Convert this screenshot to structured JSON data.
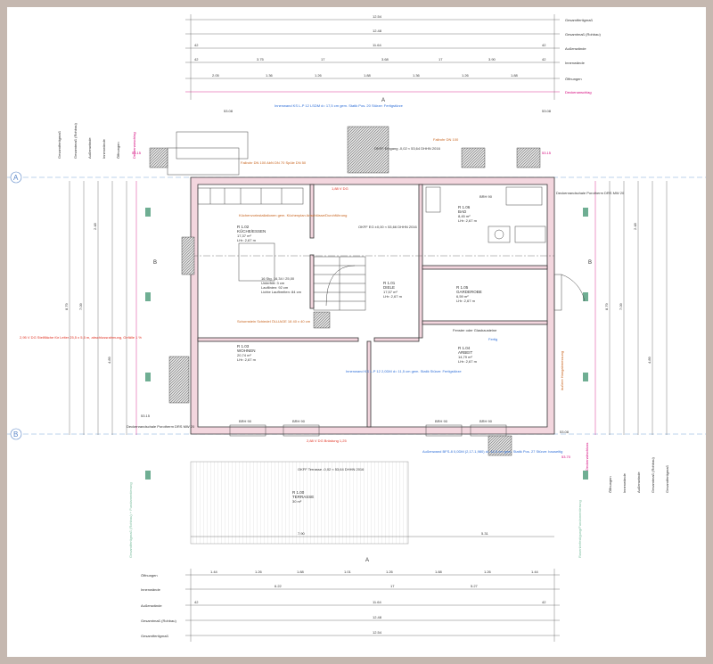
{
  "dim_rows_top": [
    {
      "label": "Gesamtfertigmaß",
      "values": [
        "12.54"
      ]
    },
    {
      "label": "Gesamtmaß (Rohbau)",
      "values": [
        "12.48"
      ]
    },
    {
      "label": "Außenwände",
      "values": [
        "42",
        "11.64",
        "42"
      ]
    },
    {
      "label": "Innenwände",
      "values": [
        "42",
        "3.75",
        "17",
        "3.68",
        "17",
        "3.90",
        "42"
      ]
    },
    {
      "label": "Öffnungen",
      "values": [
        "2.05",
        "1.36",
        "1.26",
        "1.88",
        "1.36",
        "1.26",
        "1.88"
      ]
    }
  ],
  "dim_rows_bottom": [
    {
      "label": "Öffnungen",
      "values": [
        "1.44",
        "1.26",
        "1.88",
        "1.01",
        "1.26",
        "1.88",
        "1.26",
        "1.44"
      ]
    },
    {
      "label": "Innenwände",
      "values": [
        "6.22",
        "17",
        "5.27"
      ]
    },
    {
      "label": "Außenwände",
      "values": [
        "42",
        "11.64",
        "42"
      ]
    },
    {
      "label": "Gesamtmaß (Rohbau)",
      "values": [
        "12.48"
      ]
    },
    {
      "label": "Gesamtfertigmaß",
      "values": [
        "12.54"
      ]
    }
  ],
  "axes": {
    "a": "A",
    "b": "B"
  },
  "section_marks": {
    "top": "A",
    "bottom": "A",
    "left": "B",
    "right": "B"
  },
  "side_labels_left": [
    "Gesamtfertigmaß",
    "Gesamtmaß (Rohbau)",
    "Außenwände",
    "Innenwände",
    "Öffnungen"
  ],
  "side_labels_right": [
    "Öffnungen",
    "Innenwände",
    "Außenwände",
    "Gesamtmaß (Rohbau)",
    "Gesamtfertigmaß"
  ],
  "side_dims_left": [
    "8.79",
    "7.09",
    "2.48",
    "4.89"
  ],
  "side_dims_right": [
    "8.79",
    "7.09",
    "2.48",
    "4.89"
  ],
  "deckenanschlag": "Deckenanschlag",
  "rooms": [
    {
      "name": "R 1.02",
      "title": "KÜCHE/ESSEN",
      "area": "17,37 m²",
      "height": "LHr: 2,67 m"
    },
    {
      "name": "R 1.03",
      "title": "WOHNEN",
      "area": "20,74 m²",
      "height": "LHr: 2,67 m"
    },
    {
      "name": "R 1.04",
      "title": "ARBEIT",
      "area": "14,79 m²",
      "height": "LHr: 2,67 m"
    },
    {
      "name": "R 1.05",
      "title": "GARDEROBE",
      "area": "6,59 m²",
      "height": "LHr: 2,67 m"
    },
    {
      "name": "R 1.06",
      "title": "BAD",
      "area": "8,45 m²",
      "height": "LHr: 2,67 m"
    },
    {
      "name": "R 1.01",
      "title": "DIELE",
      "area": "17,57 m²",
      "height": "LHr: 2,67 m"
    },
    {
      "name": "R 1.00",
      "title": "TERRASSE",
      "area": "30 m²",
      "height": ""
    }
  ],
  "stair": {
    "label": "16 Stg. 16,34 / 25,00",
    "line1": "Unterfritt: 3 cm",
    "line2": "Lauflinien: 92 cm",
    "line3": "Lichte Laufbreiten: 84 cm"
  },
  "notes_blue": [
    "Innenwand KS L-P 12 LSDM d= 17,5 cm gem. Statik Pos. 20 Stürze: Fertigstürze",
    "Innenwand KS L-P 12 2,0DM d= 11,5 cm gem. Statik Stürze: Fertigstürze",
    "Außenwand BFS-8 0,0DM (2,17-1,980) d= 42,5 cm gem. Statik Pos. 27 Stürze: bauseitig"
  ],
  "notes_orange": [
    "Küchenvorinstallationen gem. Küchenplan Anschlüsse/Durchführung",
    "Schornstein Schiedel ÖLLIAGE 18 40 x 40 cm",
    "Fallrohr DN 100",
    "Fallrohr DN 100 AbN DN 70 Spüle DN 50"
  ],
  "notes_red": [
    "1,88 V DG",
    "2,88 V DG Brüstung 1,25",
    "2,95 V DG Stellfläche für Leiter 25,5 x 5,5 m, abschlussrahmung, Gefälle 1 %"
  ],
  "levels": {
    "top": "OKFF Eingang -0,02 ≈ 53,64 DHHN 2016",
    "diele": "OKFF EG ±0,00 ≈ 53,66 DHHN 2016",
    "terrace": "OKFF Terrasse -0,02 ≈ 53,64 DHHN 2016"
  },
  "small_labels": {
    "window1": "BRH 90",
    "window2": "BRH 90",
    "window3": "BRH 90",
    "window4": "BRH 90",
    "window_bad": "BRH 90",
    "door_window": "Fenster oder Glasbausteine",
    "fertig": "Fertig",
    "rdeck": "Deckenrandschale Porotherm DRS MW 20"
  },
  "axis_numbers": {
    "top_left": "53.08",
    "top_right": "53.08",
    "mid_left": "53.15",
    "mid_right": "53.15",
    "b_left": "53.15",
    "b_right": "53.08",
    "b_bottom": "53.70"
  },
  "right_label": "äußere Hangabmessung",
  "bottom_right_labels": [
    "Deckenabschluss",
    "Rasenbefestigung/Fundamentierung"
  ],
  "teal_labels": [
    "Gesamtfertigmaß (Rohbau) + Fundamentierung"
  ],
  "bottom_dims": {
    "left": "7.90",
    "right": "5.31"
  }
}
